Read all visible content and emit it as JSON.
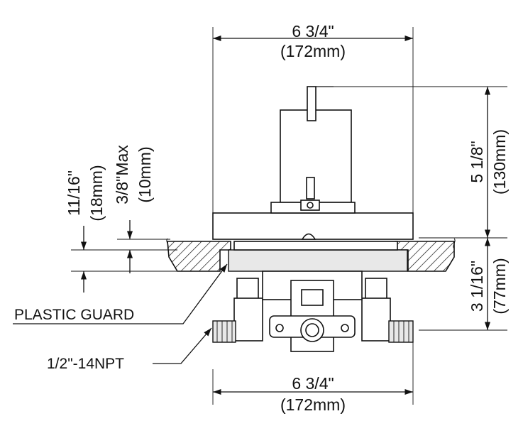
{
  "dimensions": {
    "top_width": {
      "imperial": "6 3/4\"",
      "metric": "(172mm)"
    },
    "bottom_width": {
      "imperial": "6 3/4\"",
      "metric": "(172mm)"
    },
    "upper_height": {
      "imperial": "5 1/8\"",
      "metric": "(130mm)"
    },
    "lower_height": {
      "imperial": "3 1/16\"",
      "metric": "(77mm)"
    },
    "wall_thickness": {
      "imperial": "11/16\"",
      "metric": "(18mm)"
    },
    "guard_max": {
      "imperial": "3/8\"Max",
      "metric": "(10mm)"
    }
  },
  "callouts": {
    "plastic_guard": "PLASTIC GUARD",
    "npt": "1/2\"-14NPT"
  }
}
